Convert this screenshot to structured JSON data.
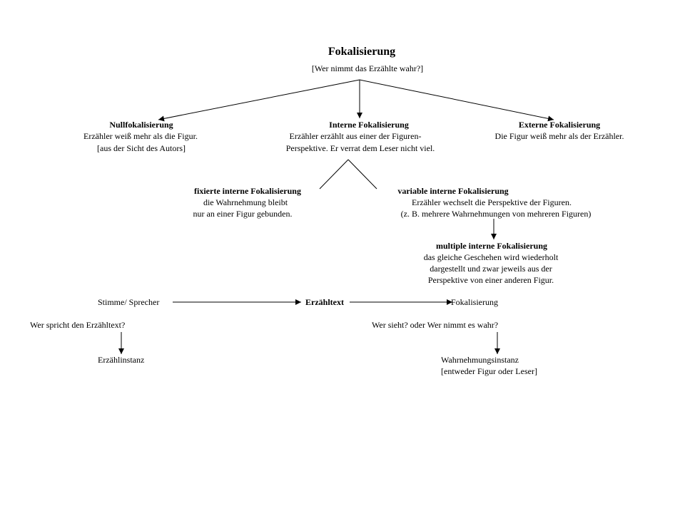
{
  "title": "Fokalisierung",
  "subtitle": "[Wer nimmt das Erzählte wahr?]",
  "null": {
    "heading": "Nullfokalisierung",
    "line1": "Erzähler weiß mehr als die Figur.",
    "line2": "[aus der Sicht des Autors]"
  },
  "intern": {
    "heading": "Interne Fokalisierung",
    "line1": "Erzähler erzählt aus einer der Figuren-",
    "line2": "Perspektive. Er verrat dem Leser nicht viel."
  },
  "extern": {
    "heading": "Externe Fokalisierung",
    "line1": "Die Figur weiß mehr als der Erzähler."
  },
  "fixed": {
    "heading": "fixierte interne Fokalisierung",
    "line1": "die Wahrnehmung bleibt",
    "line2": "nur an einer Figur gebunden."
  },
  "variable": {
    "heading": "variable interne Fokalisierung",
    "line1": "Erzähler wechselt die Perspektive der Figuren.",
    "line2": "(z. B. mehrere Wahrnehmungen von mehreren Figuren)"
  },
  "multiple": {
    "heading": "multiple interne Fokalisierung",
    "line1": "das gleiche Geschehen wird wiederholt",
    "line2": "dargestellt und zwar jeweils aus der",
    "line3": "Perspektive von einer anderen Figur."
  },
  "bottom": {
    "voice": "Stimme/ Sprecher",
    "text": "Erzähltext",
    "focal": "Fokalisierung",
    "question_left": "Wer spricht den Erzähltext?",
    "question_right": "Wer sieht? oder Wer nimmt es wahr?",
    "result_left": "Erzählinstanz",
    "result_right_1": "Wahrnehmungsinstanz",
    "result_right_2": "[entweder Figur oder Leser]"
  }
}
